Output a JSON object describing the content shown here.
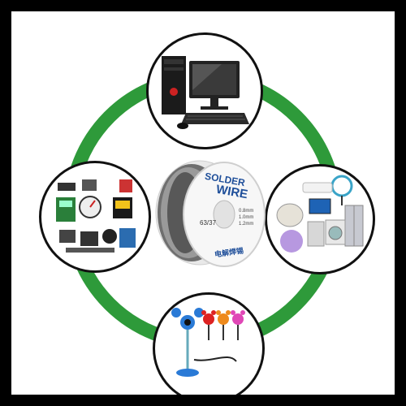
{
  "spool": {
    "label_line1": "SOLDER",
    "label_line2": "WIRE",
    "code": "63/37",
    "brand_cn": "电解焊锡",
    "sizes": [
      "0.8mm",
      "1.0mm",
      "1.2mm"
    ]
  },
  "colors": {
    "ring": "#2e9a3a",
    "border": "#111111",
    "frame": "#000000",
    "background": "#ffffff"
  },
  "nodes": [
    {
      "name": "computer",
      "icon": "desktop-computer-icon"
    },
    {
      "name": "appliances",
      "icon": "home-appliances-icon"
    },
    {
      "name": "webcam",
      "icon": "webcam-icon"
    },
    {
      "name": "instruments",
      "icon": "electronic-instruments-icon"
    }
  ]
}
